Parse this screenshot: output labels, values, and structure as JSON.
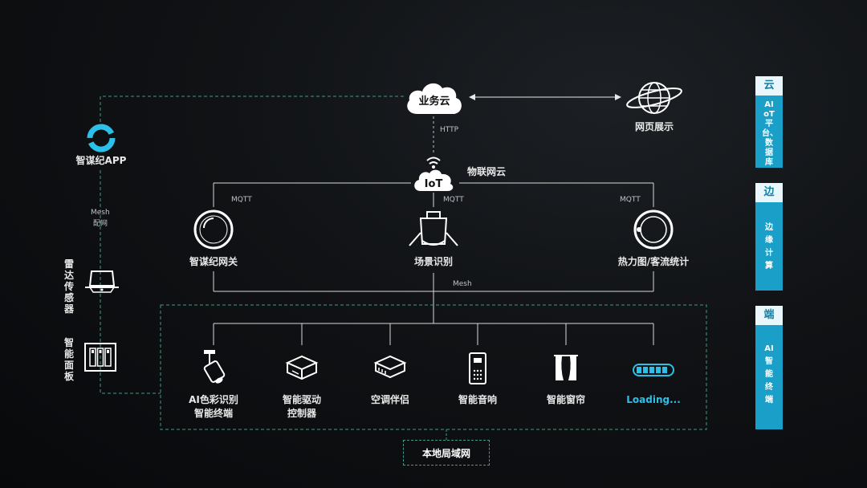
{
  "cloud": {
    "label": "业务云",
    "protocol": "HTTP"
  },
  "web": {
    "label": "网页展示"
  },
  "iot": {
    "label": "物联网云",
    "icon_text": "IoT"
  },
  "app": {
    "label": "智谋纪APP",
    "mesh_line1": "Mesh",
    "mesh_line2": "配网"
  },
  "edge": {
    "mqtt": "MQTT",
    "gateway": "智谋纪网关",
    "scene": "场景识别",
    "heatmap": "热力图/客流统计",
    "mesh": "Mesh"
  },
  "left_devices": {
    "radar": "雷达传感器",
    "panel": "智能面板"
  },
  "terminals": {
    "color_ai_line1": "AI色彩识别",
    "color_ai_line2": "智能终端",
    "driver_line1": "智能驱动",
    "driver_line2": "控制器",
    "ac": "空调伴侣",
    "speaker": "智能音响",
    "curtain": "智能窗帘",
    "loading": "Loading..."
  },
  "lan": "本地局域网",
  "sidebar": [
    {
      "head": "云",
      "body": "AIoT平台、数据库"
    },
    {
      "head": "边",
      "body": "边缘计算"
    },
    {
      "head": "端",
      "body": "AI智能终端"
    }
  ],
  "colors": {
    "accent": "#1aa0c8",
    "dashed": "#3f9a8c",
    "line": "#d8d8d8",
    "loading": "#2cc0e8"
  }
}
